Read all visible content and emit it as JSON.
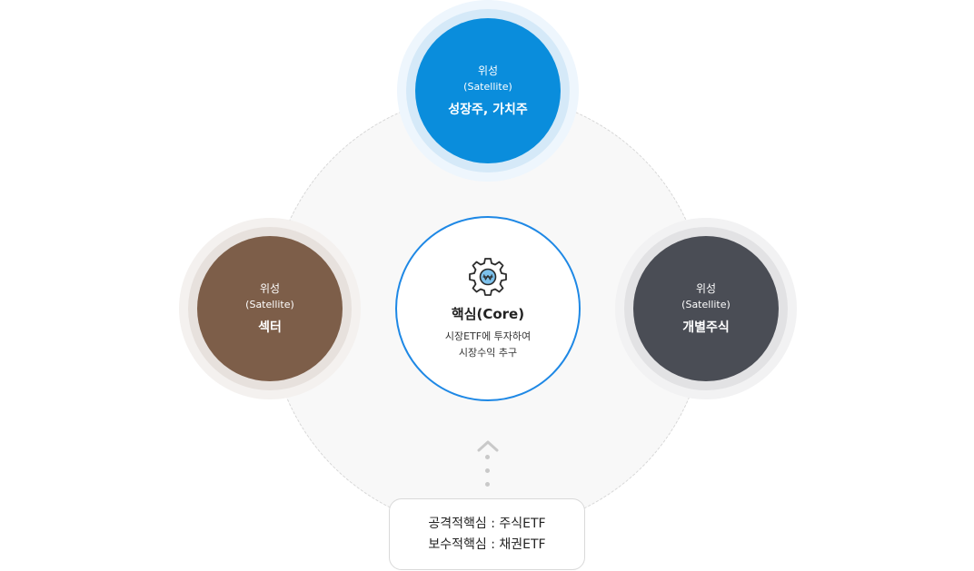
{
  "satellite_top": {
    "kind": "위성",
    "sub": "(Satellite)",
    "name": "성장주, 가치주"
  },
  "satellite_left": {
    "kind": "위성",
    "sub": "(Satellite)",
    "name": "섹터"
  },
  "satellite_right": {
    "kind": "위성",
    "sub": "(Satellite)",
    "name": "개별주식"
  },
  "core": {
    "icon": "gear-won-icon",
    "title": "핵심(Core)",
    "desc_line1": "시장ETF에 투자하여",
    "desc_line2": "시장수익 추구"
  },
  "legend": {
    "line1": "공격적핵심 : 주식ETF",
    "line2": "보수적핵심 : 채권ETF"
  },
  "colors": {
    "top_node": "#0a8ddc",
    "left_node": "#7d5e49",
    "right_node": "#4a4d55",
    "core_border": "#1e88e5"
  }
}
